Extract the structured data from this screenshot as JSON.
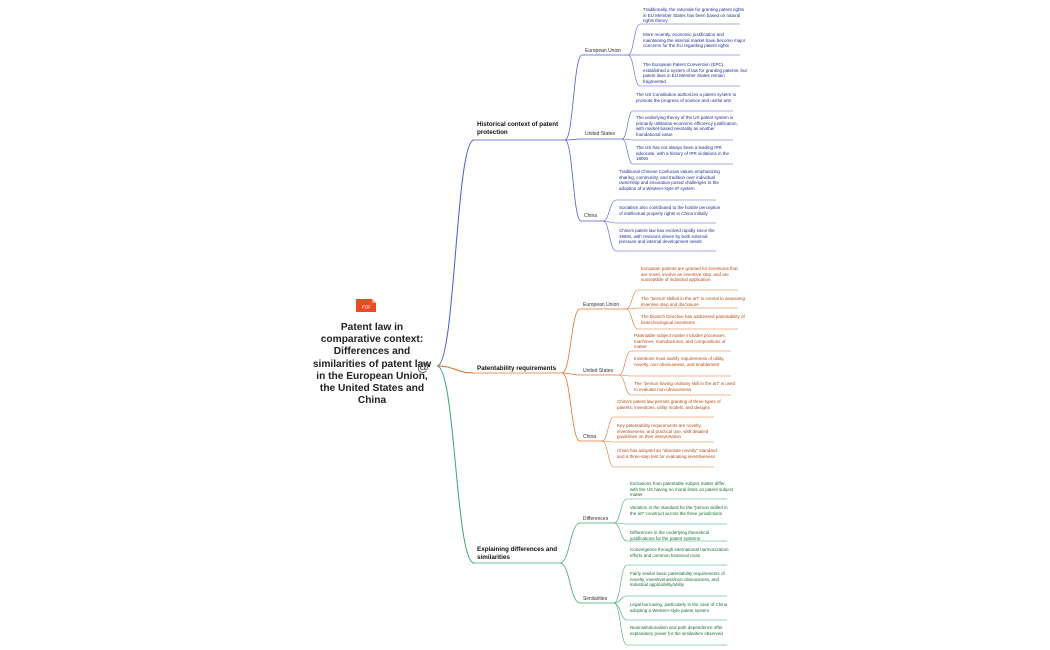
{
  "root": {
    "title": "Patent law in comparative context: Differences and similarities of patent law in the European Union, the United States and China",
    "badge": "PDF"
  },
  "colors": {
    "blue": "#4b5ad6",
    "orange": "#e0722f",
    "green": "#3aa76b"
  },
  "branches": [
    {
      "title": "Historical context of patent protection",
      "color": "blue",
      "subs": [
        {
          "label": "European Union",
          "leaves": [
            "Traditionally, the rationale for granting patent rights in EU Member States has been based on natural rights theory",
            "More recently, economic justification and maintaining the internal market have become major concerns for the EU regarding patent rights",
            "The European Patent Convention (EPC) established a system of law for granting patents, but patent laws in EU Member States remain fragmented"
          ]
        },
        {
          "label": "United States",
          "leaves": [
            "The US Constitution authorizes a patent system to promote the progress of science and useful arts",
            "The underlying theory of the US patent system is primarily utilitarian-economic efficiency justification, with market-based neutrality as another foundational value",
            "The US has not always been a leading IPR advocate, with a history of IPR violations in the 1800s"
          ]
        },
        {
          "label": "China",
          "leaves": [
            "Traditional Chinese Confucian values emphasizing sharing, community, and tradition over individual ownership and innovation posed challenges to the adoption of a Western-style IP system",
            "Socialism also contributed to the hostile perception of intellectual property rights in China initially",
            "China's patent law has evolved rapidly since the 1980s, with revisions driven by both external pressure and internal development needs"
          ]
        }
      ]
    },
    {
      "title": "Patentability requirements",
      "color": "orange",
      "subs": [
        {
          "label": "European Union",
          "leaves": [
            "European patents are granted for inventions that are novel, involve an inventive step, and are susceptible of industrial application",
            "The \"person skilled in the art\" is central to assessing inventive step and disclosure",
            "The Biotech Directive has addressed patentability of biotechnological inventions"
          ]
        },
        {
          "label": "United States",
          "leaves": [
            "Patentable subject matter includes processes, machines, manufactures, and compositions of matter",
            "Inventions must satisfy requirements of utility, novelty, non-obviousness, and enablement",
            "The \"person having ordinary skill in the art\" is used to evaluate non-obviousness"
          ]
        },
        {
          "label": "China",
          "leaves": [
            "China's patent law permits granting of three types of patents: inventions, utility models, and designs",
            "Key patentability requirements are novelty, inventiveness, and practical use, with detailed guidelines on their interpretation",
            "China has adopted an \"absolute novelty\" standard and a three-step test for evaluating inventiveness"
          ]
        }
      ]
    },
    {
      "title": "Explaining differences and similarities",
      "color": "green",
      "subs": [
        {
          "label": "Differences",
          "leaves": [
            "Exclusions from patentable subject matter differ, with the US having no moral limits on patent subject matter",
            "Variation in the standard for the \"person skilled in the art\" construct across the three jurisdictions",
            "Differences in the underlying theoretical justifications for the patent systems"
          ]
        },
        {
          "label": "Similarities",
          "leaves": [
            "Convergence through international harmonization efforts and common historical roots",
            "Fairly similar basic patentability requirements of novelty, inventiveness/non-obviousness, and industrial applicability/utility",
            "Legal borrowing, particularly in the case of China adopting a Western-style patent system",
            "Neoinstitutionalism and path dependence offer explanatory power for the similarities observed"
          ]
        }
      ]
    }
  ]
}
